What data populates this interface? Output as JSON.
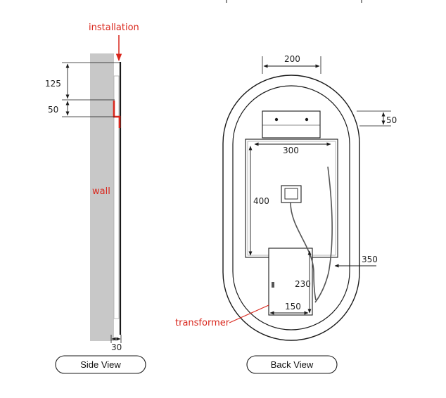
{
  "colors": {
    "annotation_red": "#d9261c",
    "wall_gray": "#c8c8c8",
    "line": "#1a1a1a"
  },
  "side_view": {
    "label_installation": "installation",
    "label_wall": "wall",
    "dim_top": "125",
    "dim_bracket": "50",
    "dim_depth": "30",
    "caption": "Side View"
  },
  "back_view": {
    "dim_bracket_width": "200",
    "dim_bracket_height": "50",
    "dim_panel_width": "300",
    "dim_panel_height": "400",
    "dim_cable": "350",
    "dim_transformer_height": "230",
    "dim_transformer_width": "150",
    "label_transformer": "transformer",
    "caption": "Back View"
  }
}
